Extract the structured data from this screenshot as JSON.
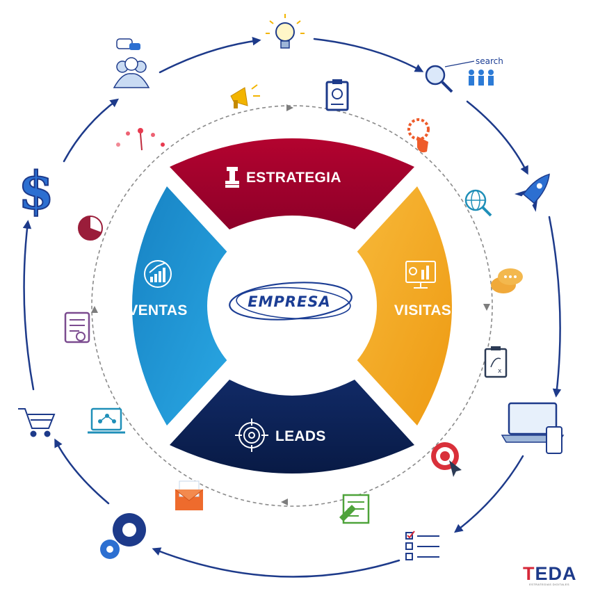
{
  "diagram": {
    "center_label": "EMPRESA",
    "segments": [
      {
        "id": "estrategia",
        "label": "ESTRATEGIA",
        "color": "#a8002f"
      },
      {
        "id": "visitas",
        "label": "VISITAS",
        "color": "#f3a720"
      },
      {
        "id": "leads",
        "label": "LEADS",
        "color": "#0d2152"
      },
      {
        "id": "ventas",
        "label": "VENTAS",
        "color": "#1a8fd0"
      }
    ],
    "search_label": "search"
  },
  "brand": {
    "name_t": "T",
    "name_rest": "EDA",
    "tagline": "ESTRATEGIAS DIGITALES"
  }
}
